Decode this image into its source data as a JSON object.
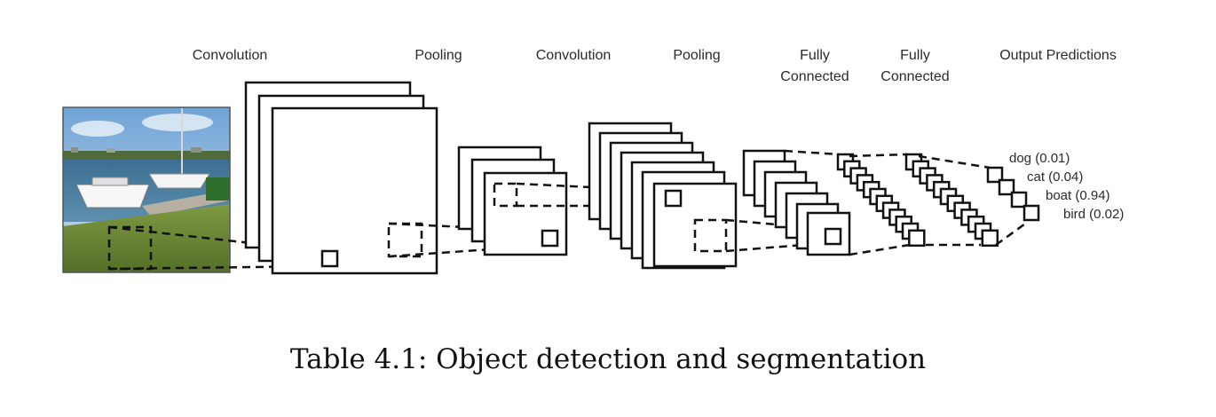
{
  "stages": [
    {
      "label": "Convolution"
    },
    {
      "label": "Pooling"
    },
    {
      "label": "Convolution"
    },
    {
      "label": "Pooling"
    },
    {
      "label_line1": "Fully",
      "label_line2": "Connected"
    },
    {
      "label_line1": "Fully",
      "label_line2": "Connected"
    },
    {
      "label": "Output Predictions"
    }
  ],
  "predictions": [
    {
      "label": "dog (0.01)"
    },
    {
      "label": "cat (0.04)"
    },
    {
      "label": "boat (0.94)"
    },
    {
      "label": "bird (0.02)"
    }
  ],
  "caption": "Table 4.1: Object detection and segmentation"
}
